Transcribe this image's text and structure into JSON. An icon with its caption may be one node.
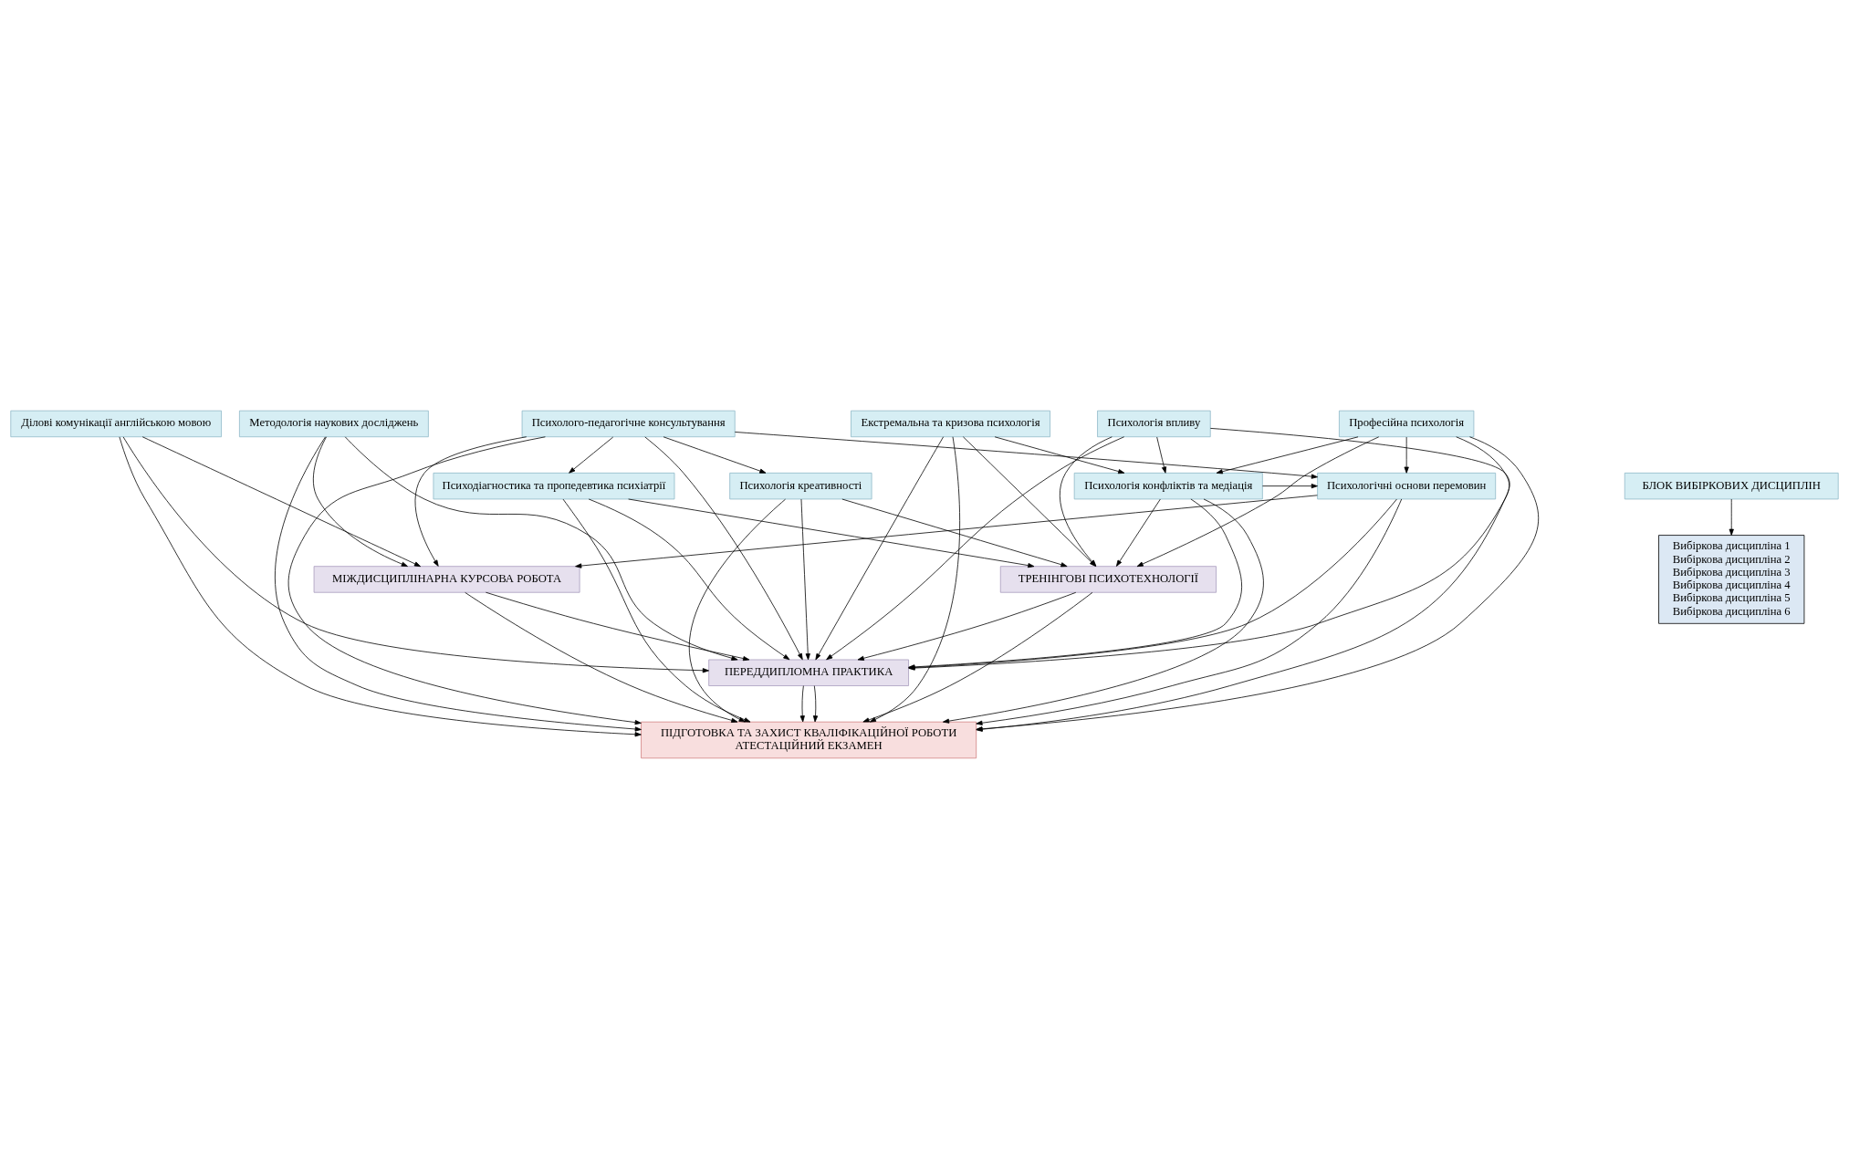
{
  "diagram": {
    "nodes": [
      {
        "text": [
          "Ділові комунікації англійською мовою"
        ]
      },
      {
        "text": [
          "Методологія наукових досліджень"
        ]
      },
      {
        "text": [
          "Психолого-педагогічне консультування"
        ]
      },
      {
        "text": [
          "Професійна психологія"
        ]
      },
      {
        "text": [
          "Психологія впливу"
        ]
      },
      {
        "text": [
          "Екстремальна та кризова психологія"
        ]
      },
      {
        "text": [
          "Психологічні основи перемовин"
        ]
      },
      {
        "text": [
          "Психологія конфліктів та медіація"
        ]
      },
      {
        "text": [
          "БЛОК ВИБІРКОВИХ ДИСЦИПЛІН"
        ]
      },
      {
        "text": [
          "Вибіркова дисципліна 1",
          "Вибіркова дисципліна 2",
          "Вибіркова дисципліна 3",
          "Вибіркова дисципліна 4",
          "Вибіркова дисципліна 5",
          "Вибіркова дисципліна 6"
        ]
      },
      {
        "text": [
          "Психологія креативності"
        ]
      },
      {
        "text": [
          "Психодіагностика та пропедевтика психіатрії"
        ]
      },
      {
        "text": [
          "МІЖДИСЦИПЛІНАРНА КУРСОВА РОБОТА"
        ]
      },
      {
        "text": [
          "ТРЕНІНГОВІ ПСИХОТЕХНОЛОГІЇ"
        ]
      },
      {
        "text": [
          "ПЕРЕДДИПЛОМНА ПРАКТИКА"
        ]
      },
      {
        "text": [
          "ПІДГОТОВКА ТА ЗАХИСТ КВАЛІФІКАЦІЙНОЇ РОБОТИ",
          "АТЕСТАЦІЙНИЙ ЕКЗАМЕН"
        ]
      }
    ],
    "edges": [
      {
        "from": 2,
        "to": 6,
        "arrow": "to"
      },
      {
        "from": 3,
        "to": 6,
        "arrow": "to"
      },
      {
        "from": 3,
        "to": 7,
        "arrow": "to"
      },
      {
        "from": 4,
        "to": 7,
        "arrow": "to"
      },
      {
        "from": 5,
        "to": 7,
        "arrow": "to"
      },
      {
        "from": 7,
        "to": 6,
        "arrow": "to"
      },
      {
        "from": 8,
        "to": 9,
        "arrow": "to"
      },
      {
        "from": 2,
        "to": 10,
        "arrow": "to"
      },
      {
        "from": 2,
        "to": 11,
        "arrow": "to"
      },
      {
        "from": 0,
        "to": 12,
        "arrow": "to"
      },
      {
        "from": 1,
        "to": 12,
        "arrow": "to"
      },
      {
        "from": 2,
        "to": 12,
        "arrow": "to"
      },
      {
        "from": 6,
        "to": 12,
        "arrow": "to"
      },
      {
        "from": 0,
        "to": 14,
        "arrow": "to"
      },
      {
        "from": 1,
        "to": 14,
        "arrow": "to"
      },
      {
        "from": 2,
        "to": 14,
        "arrow": "to"
      },
      {
        "from": 6,
        "to": 14,
        "arrow": "to"
      },
      {
        "from": 12,
        "to": 14,
        "arrow": "to"
      },
      {
        "from": 0,
        "to": 15,
        "arrow": "to"
      },
      {
        "from": 1,
        "to": 15,
        "arrow": "to"
      },
      {
        "from": 2,
        "to": 15,
        "arrow": "to"
      },
      {
        "from": 6,
        "to": 15,
        "arrow": "to"
      },
      {
        "from": 12,
        "to": 15,
        "arrow": "to"
      },
      {
        "from": 3,
        "to": 13,
        "arrow": "to"
      },
      {
        "from": 4,
        "to": 13,
        "arrow": "to"
      },
      {
        "from": 5,
        "to": 13,
        "arrow": "to"
      },
      {
        "from": 7,
        "to": 13,
        "arrow": "to"
      },
      {
        "from": 10,
        "to": 13,
        "arrow": "to"
      },
      {
        "from": 11,
        "to": 13,
        "arrow": "to"
      },
      {
        "from": 3,
        "to": 14,
        "arrow": "to"
      },
      {
        "from": 4,
        "to": 14,
        "arrow": "to"
      },
      {
        "from": 5,
        "to": 14,
        "arrow": "to"
      },
      {
        "from": 7,
        "to": 14,
        "arrow": "to"
      },
      {
        "from": 10,
        "to": 14,
        "arrow": "to"
      },
      {
        "from": 11,
        "to": 14,
        "arrow": "to"
      },
      {
        "from": 13,
        "to": 14,
        "arrow": "to"
      },
      {
        "from": 3,
        "to": 15,
        "arrow": "to"
      },
      {
        "from": 4,
        "to": 15,
        "arrow": "to"
      },
      {
        "from": 5,
        "to": 15,
        "arrow": "to"
      },
      {
        "from": 7,
        "to": 15,
        "arrow": "to"
      },
      {
        "from": 10,
        "to": 15,
        "arrow": "to"
      },
      {
        "from": 11,
        "to": 15,
        "arrow": "to"
      },
      {
        "from": 13,
        "to": 15,
        "arrow": "to"
      },
      {
        "from": 14,
        "to": 15,
        "arrow": "to"
      },
      {
        "from": 14,
        "to": 15,
        "arrow": "to"
      }
    ]
  }
}
